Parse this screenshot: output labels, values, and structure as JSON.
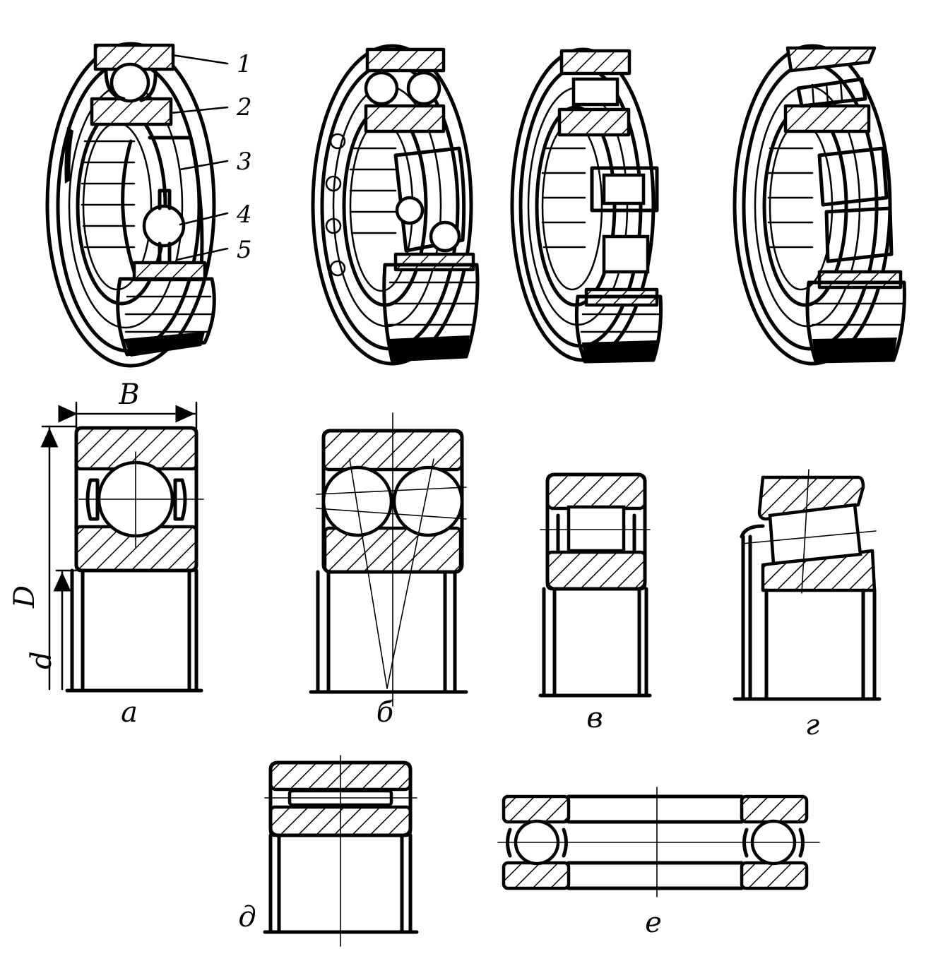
{
  "figure": {
    "views": [
      {
        "id": "a",
        "label": "а"
      },
      {
        "id": "b",
        "label": "б"
      },
      {
        "id": "v",
        "label": "в"
      },
      {
        "id": "g",
        "label": "г"
      },
      {
        "id": "d",
        "label": "д"
      },
      {
        "id": "e",
        "label": "е"
      }
    ],
    "callouts": [
      "1",
      "2",
      "3",
      "4",
      "5"
    ],
    "dimensions": {
      "width": "B",
      "outer_diameter": "D",
      "inner_diameter": "d"
    }
  },
  "colors": {
    "ink": "#000000",
    "paper": "#ffffff"
  }
}
